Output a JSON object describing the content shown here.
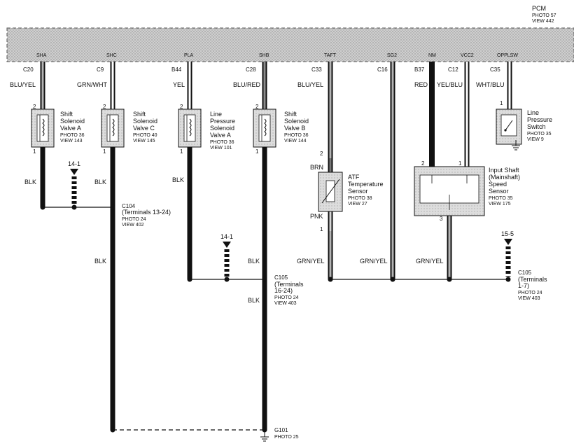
{
  "pcm": {
    "name": "PCM",
    "photo": "PHOTO 57",
    "view": "VIEW 442"
  },
  "wires": [
    {
      "terminal": "SHA",
      "pin": "C20",
      "color": "BLU/YEL"
    },
    {
      "terminal": "SHC",
      "pin": "C9",
      "color": "GRN/WHT"
    },
    {
      "terminal": "PLA",
      "pin": "B44",
      "color": "YEL"
    },
    {
      "terminal": "SHB",
      "pin": "C28",
      "color": "BLU/RED"
    },
    {
      "terminal": "TAFT",
      "pin": "C33",
      "color": "BLU/YEL"
    },
    {
      "terminal": "SG2",
      "pin": "C16",
      "color": ""
    },
    {
      "terminal": "NM",
      "pin": "B37",
      "color": "RED"
    },
    {
      "terminal": "VCC2",
      "pin": "C12",
      "color": "YEL/BLU"
    },
    {
      "terminal": "OPPLSW",
      "pin": "C35",
      "color": "WHT/BLU"
    }
  ],
  "components": {
    "sha": {
      "lines": [
        "Shift",
        "Solenoid",
        "Valve A"
      ],
      "photo": "PHOTO 36",
      "view": "VIEW 143",
      "pin_top": "2",
      "pin_bottom": "1"
    },
    "shc": {
      "lines": [
        "Shift",
        "Solenoid",
        "Valve C"
      ],
      "photo": "PHOTO 40",
      "view": "VIEW 145",
      "pin_top": "2",
      "pin_bottom": "1"
    },
    "pla": {
      "lines": [
        "Line",
        "Pressure",
        "Solenoid",
        "Valve A"
      ],
      "photo": "PHOTO 36",
      "view": "VIEW 101",
      "pin_top": "2",
      "pin_bottom": "1"
    },
    "shb": {
      "lines": [
        "Shift",
        "Solenoid",
        "Valve B"
      ],
      "photo": "PHOTO 36",
      "view": "VIEW 144",
      "pin_top": "2",
      "pin_bottom": "1"
    },
    "atf": {
      "lines": [
        "ATF",
        "Temperature",
        "Sensor"
      ],
      "photo": "PHOTO 38",
      "view": "VIEW 27",
      "pin_top": "2",
      "pin_bottom": "1",
      "wire_top": "BRN",
      "wire_bottom": "PNK"
    },
    "iss": {
      "lines": [
        "Input Shaft",
        "(Mainshaft)",
        "Speed",
        "Sensor"
      ],
      "photo": "PHOTO 35",
      "view": "VIEW 175",
      "pin_left": "2",
      "pin_right": "1",
      "pin_bottom": "3"
    },
    "lps": {
      "lines": [
        "Line",
        "Pressure",
        "Switch"
      ],
      "photo": "PHOTO 35",
      "view": "VIEW 9",
      "pin_top": "1"
    }
  },
  "labels": {
    "blk": "BLK",
    "grn_yel": "GRN/YEL",
    "ref_14_1": "14-1",
    "ref_15_5": "15-5"
  },
  "connectors": {
    "c104": {
      "name": "C104",
      "terminals": "(Terminals 13-24)",
      "photo": "PHOTO 24",
      "view": "VIEW 402"
    },
    "c105a": {
      "name": "C105",
      "terminals_1": "(Terminals",
      "terminals_2": "16-24)",
      "photo": "PHOTO 24",
      "view": "VIEW 403"
    },
    "c105b": {
      "name": "C105",
      "terminals_1": "(Terminals",
      "terminals_2": "1-7)",
      "photo": "PHOTO 24",
      "view": "VIEW 403"
    },
    "g101": {
      "name": "G101",
      "photo": "PHOTO 25"
    }
  }
}
